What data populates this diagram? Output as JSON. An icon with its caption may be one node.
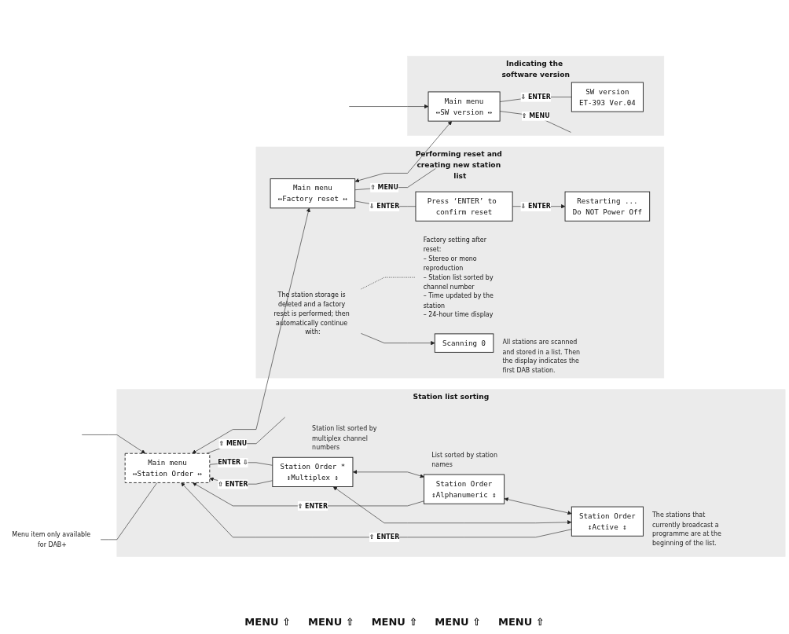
{
  "diagram": {
    "nodes": [
      {
        "text": [
          "Menu item only available for DAB+"
        ]
      },
      {
        "text": [
          "Station list sorting"
        ]
      },
      {
        "text": [
          "Main menu",
          "↔Station Order ↔"
        ],
        "in": 1
      },
      {
        "text": [
          "Performing reset and creating new station list"
        ]
      },
      {
        "text": [
          "Main menu",
          "↔Factory reset ↔"
        ],
        "in": 3
      },
      {
        "text": [
          "Indicating the software version"
        ]
      },
      {
        "text": [
          "Main menu",
          "↔SW version ↔"
        ],
        "in": 5
      },
      {
        "text": [
          "Press ‘ENTER’ to confirm reset"
        ],
        "in": 3
      },
      {
        "text": [
          "SW version",
          "ET-393 Ver.04"
        ],
        "in": 5
      },
      {
        "text": [
          "Restarting ...",
          "Do NOT Power Off"
        ],
        "in": 3
      },
      {
        "text": [
          "The station storage is deleted and a factory reset is performed; then automatically continue with:"
        ],
        "in": 3
      },
      {
        "text": [
          "Factory setting after reset:",
          "– Stereo or mono reproduction",
          "– Station list sorted by channel number",
          "– Time updated by the station",
          "– 24-hour time display"
        ],
        "in": 3
      },
      {
        "text": [
          "Scanning 0"
        ],
        "in": 3,
        "beside": [
          "All stations are scanned and stored in a list. Then the display indicates the first DAB station."
        ]
      },
      {
        "text": [
          "Station Order *",
          "↕Multiplex ↕"
        ],
        "in": 1,
        "beside": [
          "Station list sorted by multiplex channel numbers"
        ]
      },
      {
        "text": [
          "Station Order",
          "↕Alphanumeric ↕"
        ],
        "in": 1,
        "beside": [
          "List sorted by station names"
        ]
      },
      {
        "text": [
          "Station Order",
          "↕Active ↕"
        ],
        "in": 1,
        "beside": [
          "The stations that currently broadcast a programme are at the beginning of the list."
        ]
      }
    ],
    "edges": [
      {
        "from": null,
        "to": 2,
        "arrow": "to"
      },
      {
        "from": 2,
        "to": 4,
        "arrow": "both"
      },
      {
        "from": 4,
        "to": 6,
        "arrow": "both"
      },
      {
        "from": null,
        "to": 6,
        "arrow": "to"
      },
      {
        "from": 2,
        "to": null,
        "arrow": "none",
        "label": "⇧ MENU"
      },
      {
        "from": 4,
        "to": null,
        "arrow": "none",
        "label": "⇧ MENU"
      },
      {
        "from": 6,
        "to": null,
        "arrow": "none",
        "label": "⇧ MENU"
      },
      {
        "from": 0,
        "to": 2,
        "arrow": "none"
      },
      {
        "from": 2,
        "to": 13,
        "arrow": "none",
        "label": "ENTER ⇩"
      },
      {
        "from": 4,
        "to": 7,
        "arrow": "none",
        "label": "⇩ ENTER"
      },
      {
        "from": 6,
        "to": 8,
        "arrow": "none",
        "label": "⇩ ENTER"
      },
      {
        "from": 7,
        "to": 9,
        "arrow": "to",
        "label": "⇩ ENTER"
      },
      {
        "from": 10,
        "to": 12,
        "arrow": "to"
      },
      {
        "from": 10,
        "to": 11,
        "arrow": "none",
        "style": "dashed"
      },
      {
        "from": 13,
        "to": 14,
        "arrow": "both"
      },
      {
        "from": 14,
        "to": 15,
        "arrow": "both"
      },
      {
        "from": 15,
        "to": 13,
        "arrow": "both"
      },
      {
        "from": 13,
        "to": 2,
        "arrow": "to",
        "label": "⇧ ENTER"
      },
      {
        "from": 14,
        "to": 2,
        "arrow": "to",
        "label": "⇧ ENTER"
      },
      {
        "from": 15,
        "to": 2,
        "arrow": "to",
        "label": "⇧ ENTER"
      }
    ],
    "labels": [
      "MENU ⇧",
      "MENU ⇧",
      "MENU ⇧",
      "MENU ⇧",
      "MENU ⇧"
    ]
  }
}
